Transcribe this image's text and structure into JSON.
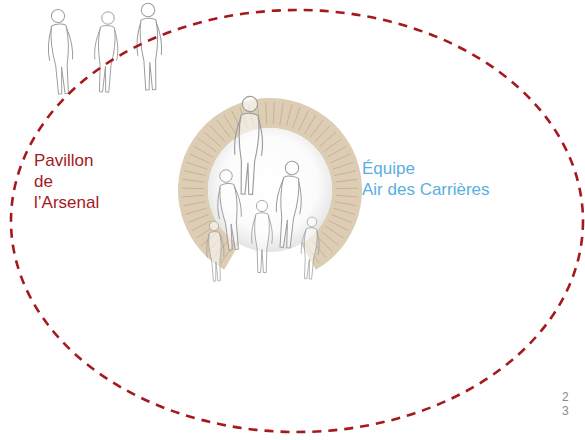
{
  "diagram": {
    "nodes": [
      {
        "text": [
          "Pavillon de l’Arsenal"
        ]
      }
    ],
    "labels": [
      "Équipe Air des Carrières",
      "23"
    ]
  }
}
